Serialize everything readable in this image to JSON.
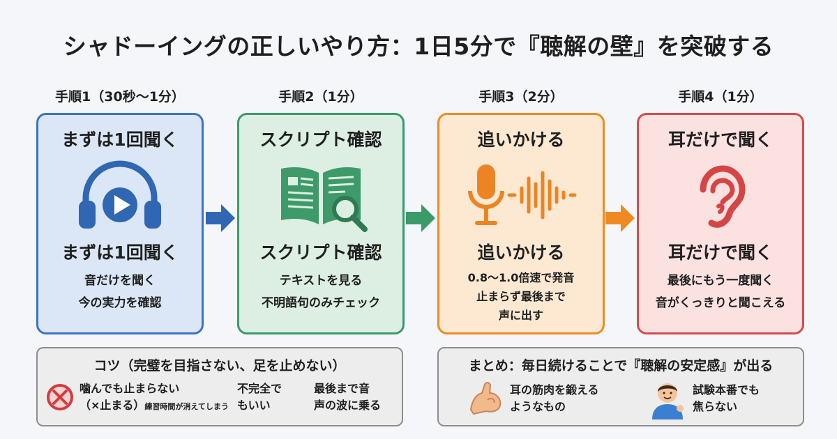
{
  "title": "シャドーイングの正しいやり方：1日5分で『聴解の壁』を突破する",
  "steps": [
    {
      "label": "手順1（30秒〜1分）",
      "title": "まずは1回聞く",
      "subtitle": "まずは1回聞く",
      "desc": [
        "音だけを聞く",
        "今の実力を確認"
      ],
      "icon": "headphones-play-icon",
      "color": "#3b74c2"
    },
    {
      "label": "手順2（1分）",
      "title": "スクリプト確認",
      "subtitle": "スクリプト確認",
      "desc": [
        "テキストを見る",
        "不明語句のみチェック"
      ],
      "icon": "book-magnifier-icon",
      "color": "#3a9a68"
    },
    {
      "label": "手順3（2分）",
      "title": "追いかける",
      "subtitle": "追いかける",
      "desc": [
        "0.8〜1.0倍速で発音",
        "止まらず最後まで",
        "声に出す"
      ],
      "icon": "microphone-wave-icon",
      "color": "#ef8a22"
    },
    {
      "label": "手順4（1分）",
      "title": "耳だけで聞く",
      "subtitle": "耳だけで聞く",
      "desc": [
        "最後にもう一度聞く",
        "音がくっきりと聞こえる"
      ],
      "icon": "ear-icon",
      "color": "#d84a4a"
    }
  ],
  "tips": {
    "title": "コツ（完璧を目指さない、足を止めない）",
    "items": [
      {
        "line1": "噛んでも止まらない",
        "line2": "（×止まる）",
        "note": "練習時間が消えてしまう",
        "icon": "no-stop-icon"
      },
      {
        "line1": "不完全で",
        "line2": "もいい"
      },
      {
        "line1": "最後まで音",
        "line2": "声の波に乗る"
      }
    ]
  },
  "summary": {
    "title": "まとめ：毎日続けることで『聴解の安定感』が出る",
    "items": [
      {
        "line1": "耳の筋肉を鍛える",
        "line2": "ようなもの",
        "icon": "muscle-arm-icon"
      },
      {
        "line1": "試験本番でも",
        "line2": "焦らない",
        "icon": "calm-person-icon"
      }
    ]
  }
}
